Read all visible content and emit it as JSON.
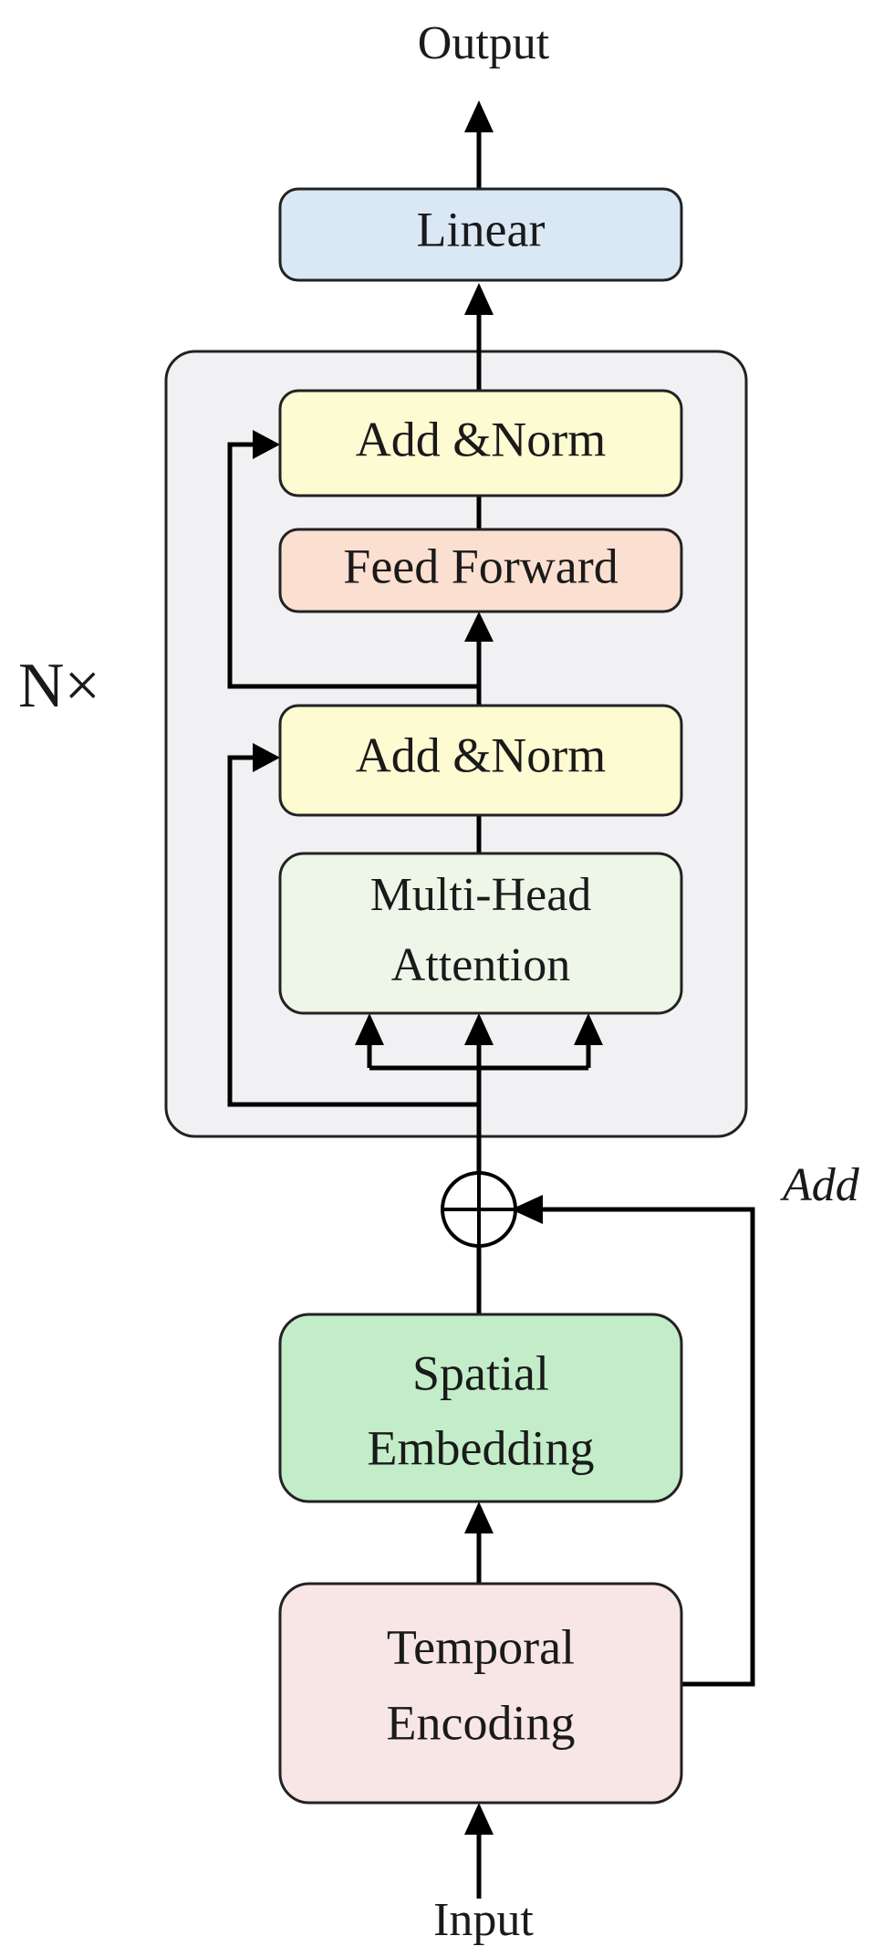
{
  "labels": {
    "output": "Output",
    "input": "Input",
    "repeat": "N×",
    "add": "Add"
  },
  "blocks": {
    "linear": {
      "text": "Linear",
      "fill": "#dae8f5"
    },
    "add_norm_top": {
      "text": "Add &Norm",
      "fill": "#fdfbd2"
    },
    "feed_forward": {
      "text": "Feed Forward",
      "fill": "#fbe0d1"
    },
    "add_norm_bottom": {
      "text": "Add &Norm",
      "fill": "#fdfbd2"
    },
    "multi_head_attention": {
      "line1": "Multi-Head",
      "line2": "Attention",
      "fill": "#eef6e8"
    },
    "spatial_embedding": {
      "line1": "Spatial",
      "line2": "Embedding",
      "fill": "#c2edc8"
    },
    "temporal_encoding": {
      "line1": "Temporal",
      "line2": "Encoding",
      "fill": "#f8e6e6"
    }
  },
  "colors": {
    "container_fill": "#f1f1f3",
    "stroke": "#222222"
  }
}
